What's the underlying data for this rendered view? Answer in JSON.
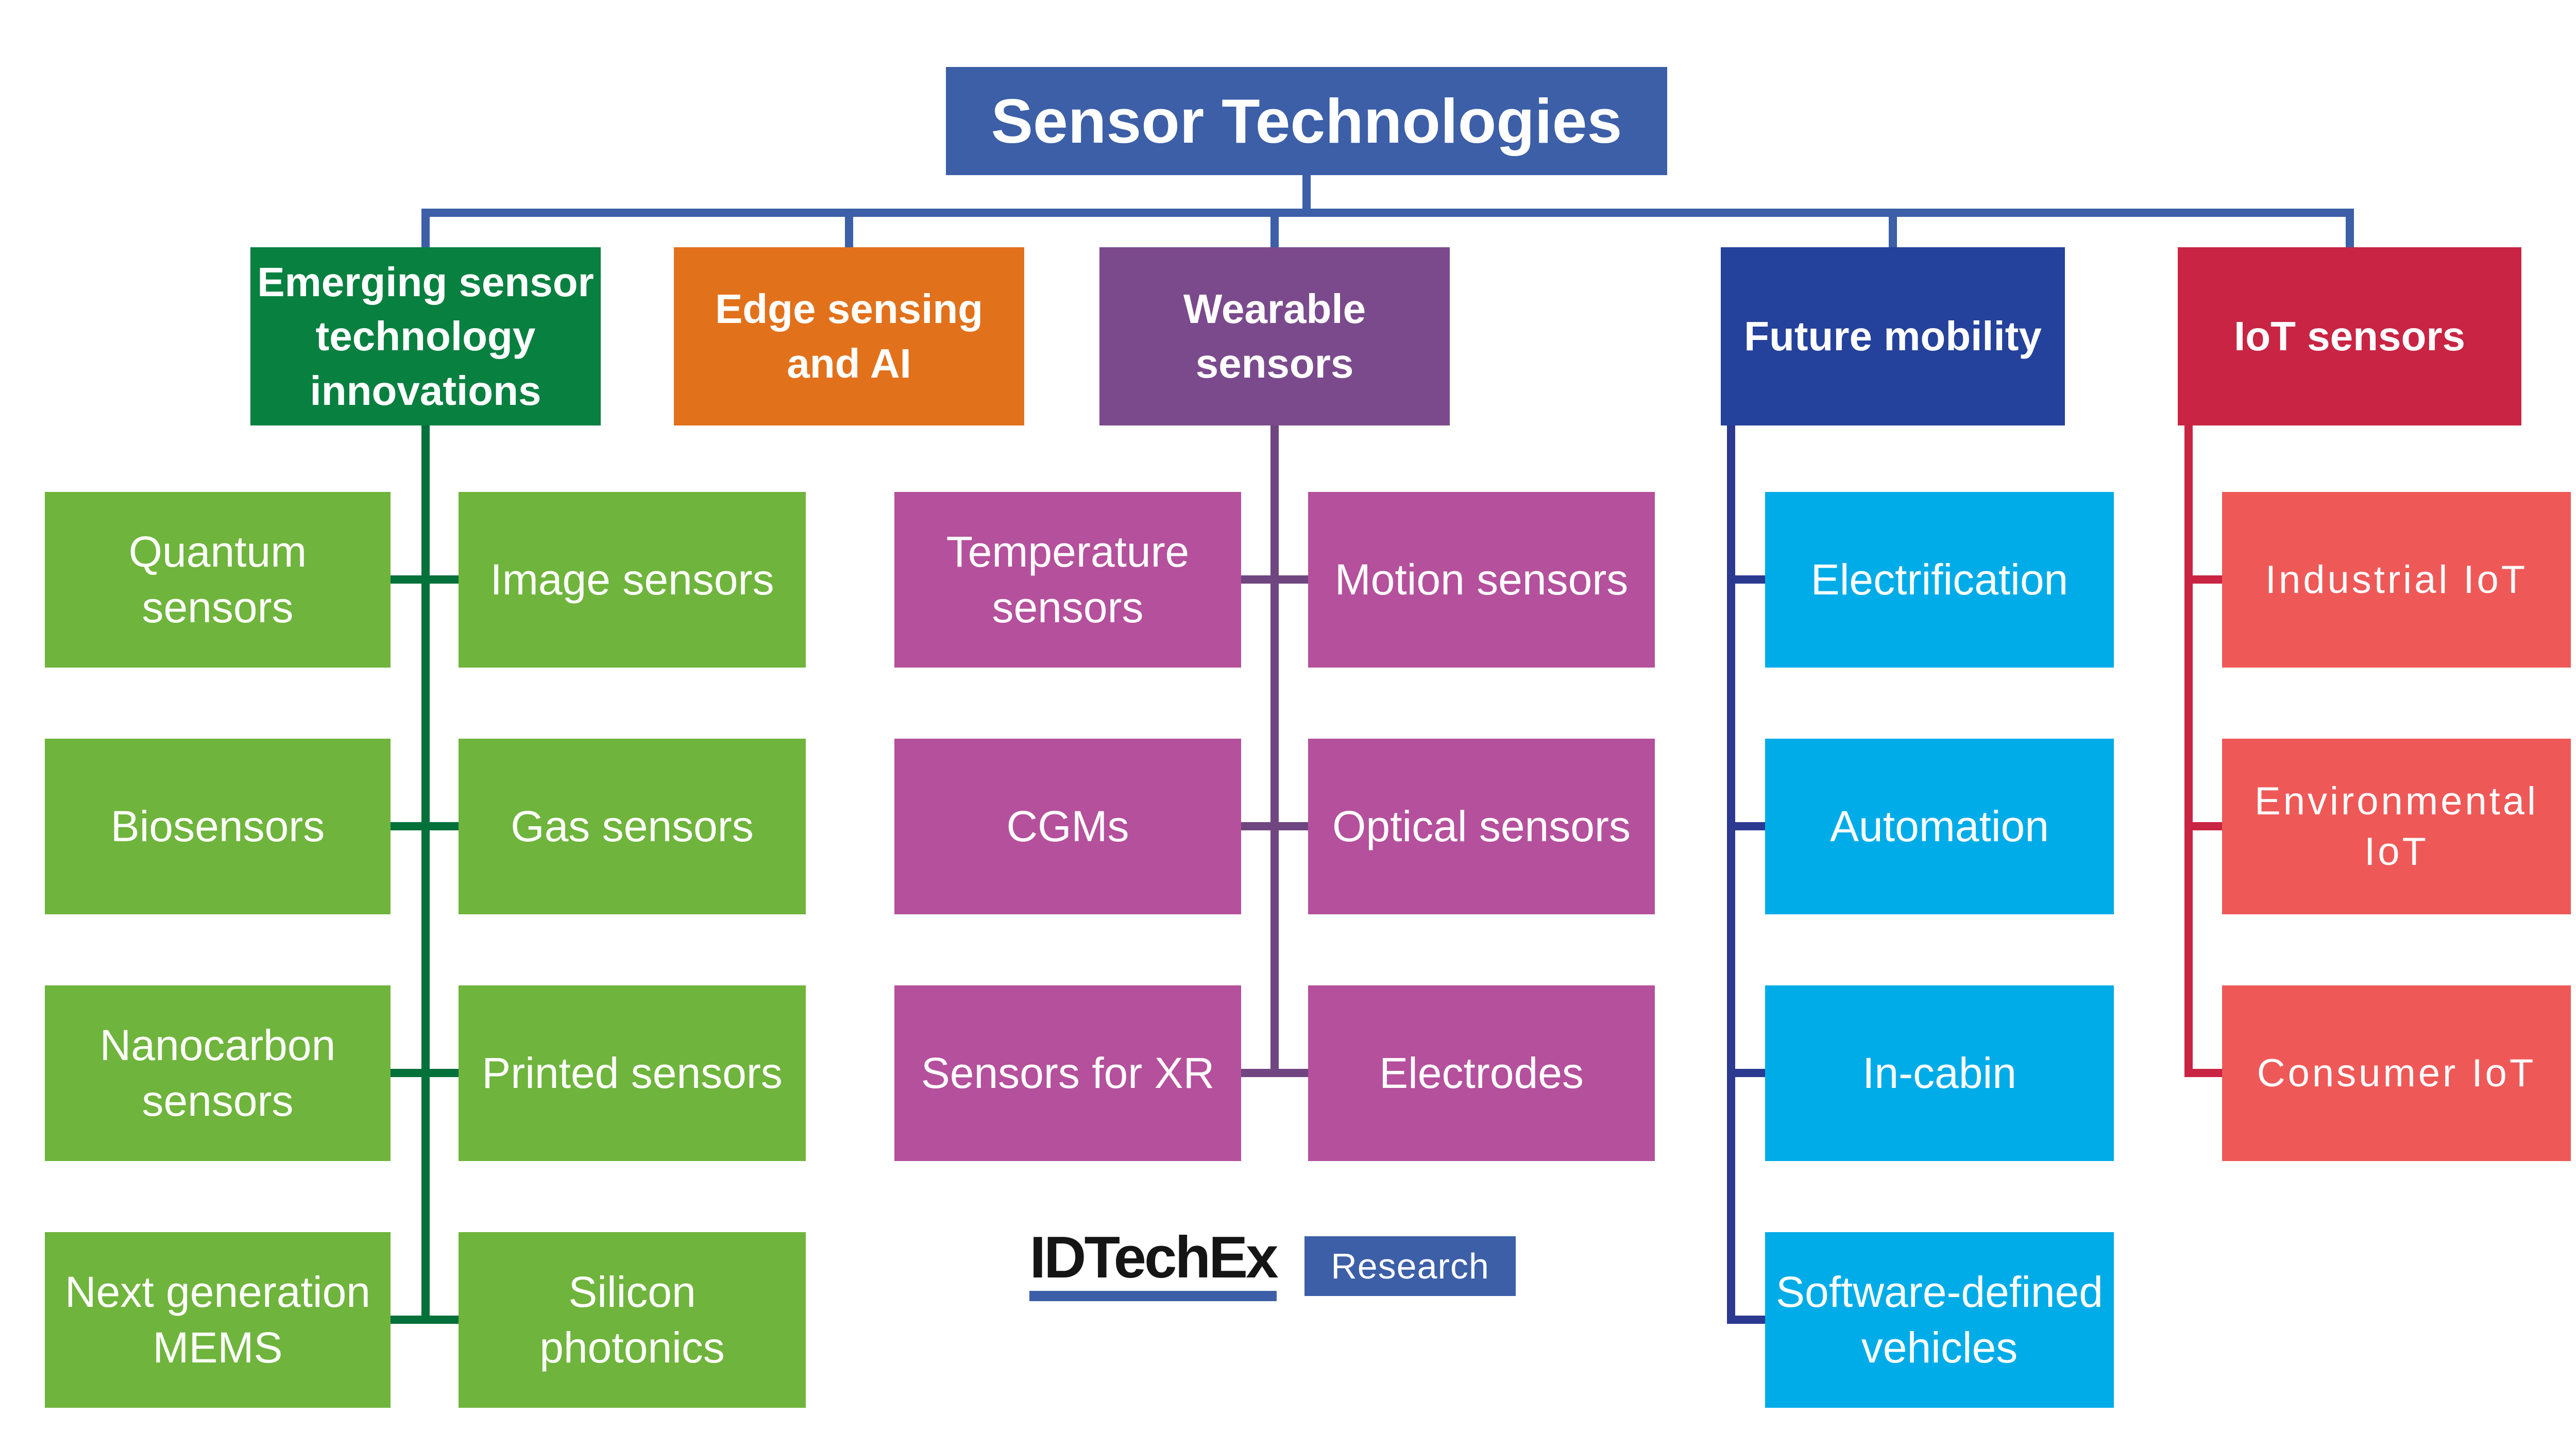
{
  "title": "Sensor Technologies",
  "colors": {
    "trunk": "#3C5FA7",
    "title_bg": "#3C5FA7",
    "logo_text": "#151515"
  },
  "footer_logo": {
    "brand": "IDTechEx",
    "suffix": "Research"
  },
  "groups": [
    {
      "label": "Emerging sensor technology innovations",
      "header_color": "#088040",
      "child_color": "#6FB43C",
      "line_color": "#04703A",
      "children": [
        "Quantum sensors",
        "Image sensors",
        "Biosensors",
        "Gas sensors",
        "Nanocarbon sensors",
        "Printed sensors",
        "Next generation MEMS",
        "Silicon photonics"
      ]
    },
    {
      "label": "Edge sensing and AI",
      "header_color": "#E2711B",
      "children": []
    },
    {
      "label": "Wearable sensors",
      "header_color": "#7B4A8C",
      "child_color": "#B5509C",
      "line_color": "#6F4680",
      "children": [
        "Temperature sensors",
        "Motion sensors",
        "CGMs",
        "Optical sensors",
        "Sensors for XR",
        "Electrodes"
      ]
    },
    {
      "label": "Future mobility",
      "header_color": "#24419B",
      "child_color": "#00ACE8",
      "line_color": "#2B3990",
      "children": [
        "Electrification",
        "Automation",
        "In-cabin",
        "Software-defined vehicles"
      ]
    },
    {
      "label": "IoT sensors",
      "header_color": "#C92443",
      "child_color": "#EE5958",
      "line_color": "#C92443",
      "children": [
        "Industrial IoT",
        "Environmental IoT",
        "Consumer IoT"
      ]
    }
  ]
}
